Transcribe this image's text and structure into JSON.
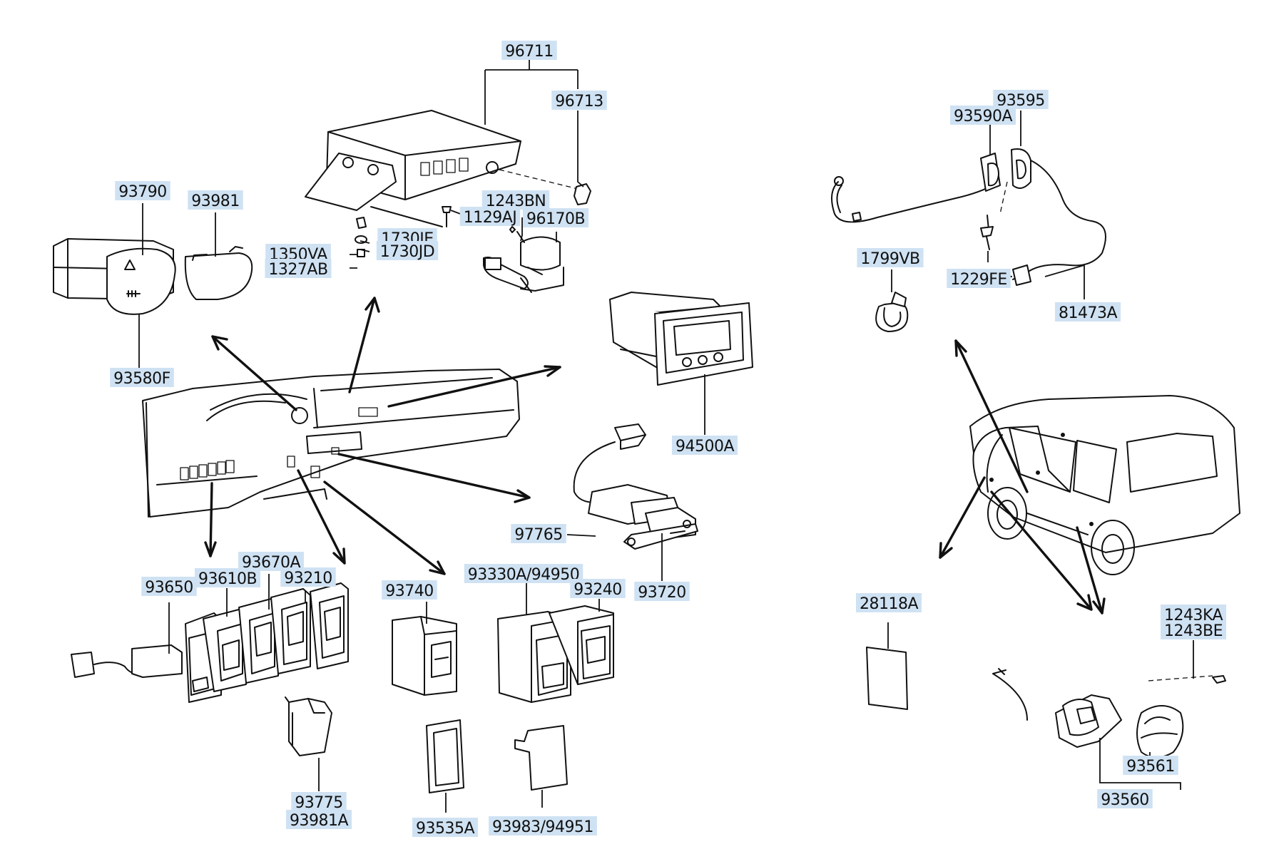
{
  "labels": {
    "p96711": "96711",
    "p96713": "96713",
    "p1243BN": "1243BN",
    "p1129AJ": "1129AJ",
    "p96170B": "96170B",
    "p1730JE": "1730JE",
    "p1730JD": "1730JD",
    "p1350VA": "1350VA",
    "p1327AB": "1327AB",
    "p93790": "93790",
    "p93981": "93981",
    "p93580F": "93580F",
    "p94500A": "94500A",
    "p97765": "97765",
    "p93720": "93720",
    "p93650": "93650",
    "p93610B": "93610B",
    "p93670A": "93670A",
    "p93210": "93210",
    "p93740": "93740",
    "p93330A": "93330A/94950",
    "p93240": "93240",
    "p93775": "93775",
    "p93981A": "93981A",
    "p93535A": "93535A",
    "p93983": "93983/94951",
    "p93595": "93595",
    "p93590A": "93590A",
    "p1799VB": "1799VB",
    "p1229FE": "1229FE",
    "p81473A": "81473A",
    "p28118A": "28118A",
    "p1243KA": "1243KA",
    "p1243BE": "1243BE",
    "p93561": "93561",
    "p93560": "93560"
  },
  "colors": {
    "label_background": "#cfe2f3",
    "line": "#111111"
  }
}
